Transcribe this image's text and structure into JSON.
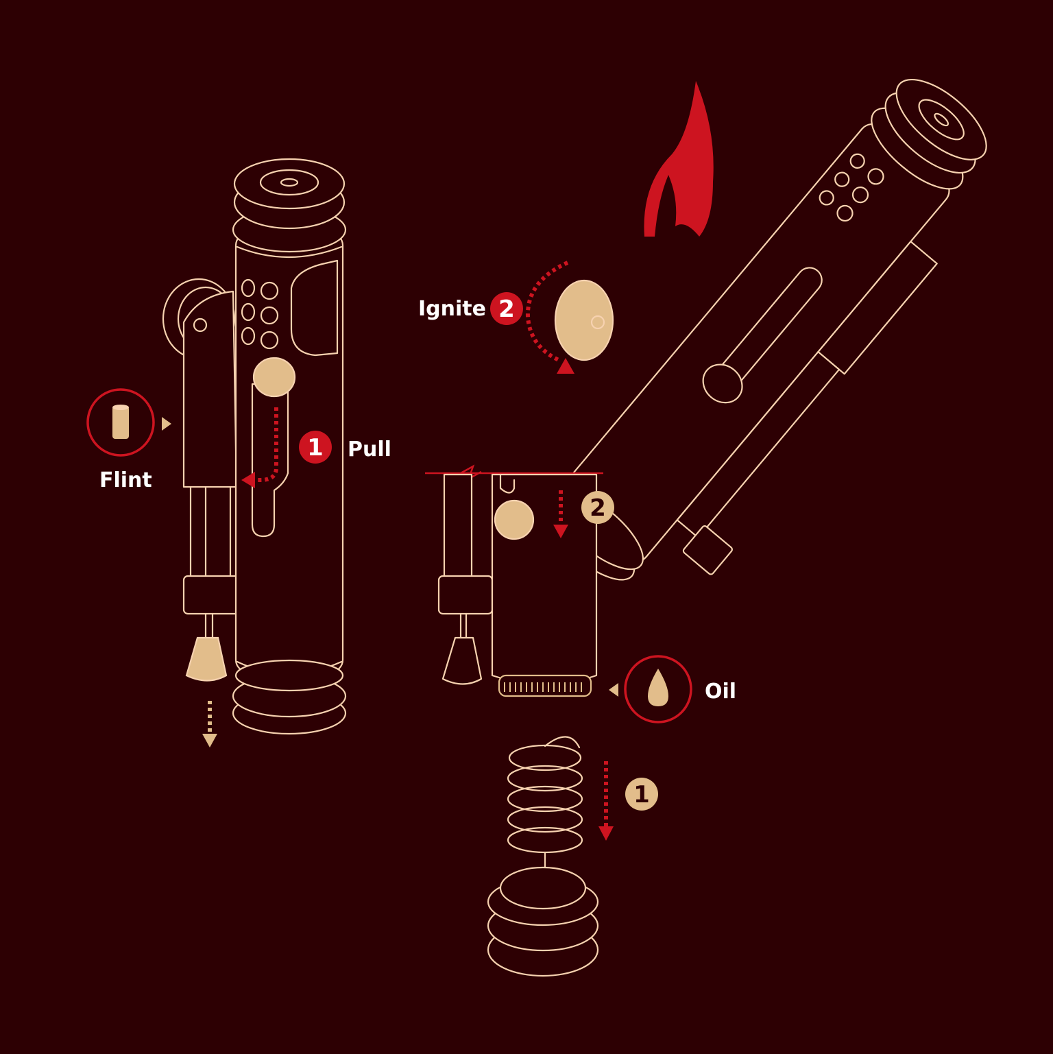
{
  "labels": {
    "flint": "Flint",
    "pull": "Pull",
    "ignite": "Ignite",
    "oil": "Oil"
  },
  "steps": {
    "pull_step": "1",
    "ignite_step": "2",
    "oil_step_two": "2",
    "oil_step_one": "1"
  },
  "colors": {
    "background": "#2d0003",
    "outline": "#f7d2b0",
    "accent_red": "#cd1420",
    "gold": "#e2bd8b"
  },
  "icons": [
    "flint-icon",
    "oil-drop-icon",
    "flame-icon"
  ]
}
